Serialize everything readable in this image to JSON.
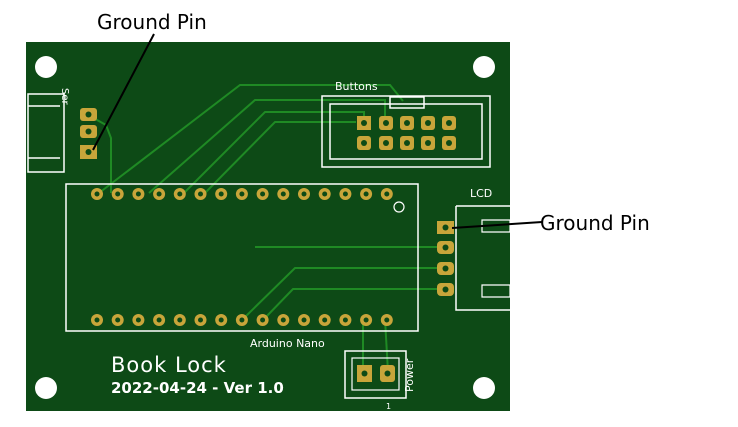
{
  "callouts": {
    "top": "Ground Pin",
    "right": "Ground Pin"
  },
  "board": {
    "title": "Book Lock",
    "date_version": "2022-04-24 - Ver 1.0",
    "module_label": "Arduino Nano",
    "buttons_label": "Buttons",
    "lcd_label": "LCD",
    "power_label": "Power",
    "servo_label": "Ser",
    "pin1_marker": "1"
  },
  "colors": {
    "board": "#0d4a16",
    "trace": "#1f8a24",
    "silkscreen": "#ffffff",
    "pad": "#c8a53a",
    "background": "#ffffff"
  }
}
